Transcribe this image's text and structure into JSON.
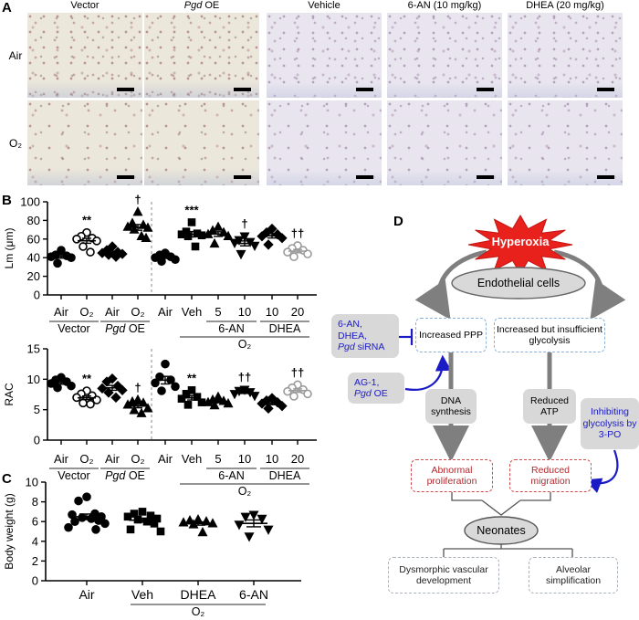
{
  "panels": {
    "a": "A",
    "b": "B",
    "c": "C",
    "d": "D"
  },
  "panel_a": {
    "row_labels": [
      "Air",
      "O₂"
    ],
    "columns": [
      {
        "label": [
          {
            "t": "Vector"
          }
        ],
        "stain": "tan"
      },
      {
        "label": [
          {
            "t": "Pgd",
            "i": true
          },
          {
            "t": " OE"
          }
        ],
        "stain": "tan"
      },
      {
        "label": [
          {
            "t": "Vehicle"
          }
        ],
        "stain": "purple"
      },
      {
        "label": [
          {
            "t": "6-AN (10 mg/kg)"
          }
        ],
        "stain": "purple"
      },
      {
        "label": [
          {
            "t": "DHEA (20 mg/kg)"
          }
        ],
        "stain": "purple"
      }
    ]
  },
  "chart_data": [
    {
      "id": "lm",
      "type": "scatter",
      "title": "",
      "ylabel": "Lm (μm)",
      "ylim": [
        0,
        100
      ],
      "yticks": [
        0,
        20,
        40,
        60,
        80,
        100
      ],
      "divider_after": 3,
      "groups": [
        {
          "x": "Air",
          "marker": "circle",
          "fill": true,
          "color": "#000000",
          "sig": "",
          "values": [
            48,
            43,
            42,
            41,
            40,
            34
          ]
        },
        {
          "x": "O₂",
          "marker": "circle",
          "fill": false,
          "color": "#000000",
          "sig": "**",
          "values": [
            67,
            63,
            61,
            60,
            58,
            52,
            46
          ]
        },
        {
          "x": "Air",
          "marker": "diamond",
          "fill": true,
          "color": "#000000",
          "sig": "",
          "values": [
            52,
            48,
            46,
            45,
            44,
            43,
            41
          ]
        },
        {
          "x": "O₂",
          "marker": "triangle-up",
          "fill": true,
          "color": "#000000",
          "sig": "†",
          "values": [
            89,
            77,
            75,
            73,
            72,
            70,
            63,
            61
          ]
        },
        {
          "x": "Air",
          "marker": "circle",
          "fill": true,
          "color": "#000000",
          "sig": "",
          "values": [
            45,
            43,
            41,
            40,
            38,
            36
          ]
        },
        {
          "x": "Veh",
          "marker": "square",
          "fill": true,
          "color": "#000000",
          "sig": "***",
          "values": [
            78,
            68,
            66,
            65,
            64,
            63,
            52
          ]
        },
        {
          "x": "5",
          "marker": "triangle-up",
          "fill": true,
          "color": "#000000",
          "sig": "",
          "values": [
            73,
            69,
            67,
            65,
            63,
            55
          ]
        },
        {
          "x": "10",
          "marker": "triangle-down",
          "fill": true,
          "color": "#000000",
          "sig": "†",
          "values": [
            63,
            59,
            57,
            56,
            53,
            44
          ]
        },
        {
          "x": "10",
          "marker": "diamond",
          "fill": true,
          "color": "#000000",
          "sig": "",
          "values": [
            71,
            67,
            65,
            63,
            61,
            54
          ]
        },
        {
          "x": "20",
          "marker": "circle",
          "fill": false,
          "color": "#9b9b9b",
          "sig": "††",
          "values": [
            53,
            50,
            48,
            46,
            44,
            41
          ]
        }
      ],
      "underlines": [
        {
          "from": 0,
          "to": 1,
          "level": 1,
          "label": [
            {
              "t": "Vector"
            }
          ]
        },
        {
          "from": 2,
          "to": 3,
          "level": 1,
          "label": [
            {
              "t": "Pgd",
              "i": true
            },
            {
              "t": " OE"
            }
          ]
        },
        {
          "from": 6,
          "to": 7,
          "level": 1,
          "label": [
            {
              "t": "6-AN"
            }
          ]
        },
        {
          "from": 8,
          "to": 9,
          "level": 1,
          "label": [
            {
              "t": "DHEA"
            }
          ]
        },
        {
          "from": 5,
          "to": 9,
          "level": 2,
          "label": [
            {
              "t": "O₂"
            }
          ]
        }
      ]
    },
    {
      "id": "rac",
      "type": "scatter",
      "title": "",
      "ylabel": "RAC",
      "ylim": [
        0,
        15
      ],
      "yticks": [
        0,
        5,
        10,
        15
      ],
      "divider_after": 3,
      "groups": [
        {
          "x": "Air",
          "marker": "circle",
          "fill": true,
          "color": "#000000",
          "sig": "",
          "values": [
            10.3,
            9.9,
            9.6,
            9.3,
            8.9,
            8.6
          ]
        },
        {
          "x": "O₂",
          "marker": "circle",
          "fill": false,
          "color": "#000000",
          "sig": "**",
          "values": [
            8.1,
            7.6,
            7.3,
            7.0,
            6.6,
            6.1,
            5.9
          ]
        },
        {
          "x": "Air",
          "marker": "diamond",
          "fill": true,
          "color": "#000000",
          "sig": "",
          "values": [
            10.1,
            9.6,
            8.9,
            8.5,
            8.2,
            7.8,
            7.0
          ]
        },
        {
          "x": "O₂",
          "marker": "triangle-up",
          "fill": true,
          "color": "#000000",
          "sig": "†",
          "values": [
            6.6,
            6.3,
            6.1,
            5.8,
            5.2,
            4.9,
            4.4
          ]
        },
        {
          "x": "Air",
          "marker": "circle",
          "fill": true,
          "color": "#000000",
          "sig": "",
          "values": [
            12.5,
            10.4,
            9.9,
            9.4,
            8.8,
            8.1
          ]
        },
        {
          "x": "Veh",
          "marker": "square",
          "fill": true,
          "color": "#000000",
          "sig": "**",
          "values": [
            8.2,
            7.6,
            7.1,
            6.8,
            6.2,
            5.8
          ]
        },
        {
          "x": "5",
          "marker": "triangle-up",
          "fill": true,
          "color": "#000000",
          "sig": "",
          "values": [
            7.1,
            6.6,
            6.4,
            6.2,
            6.0,
            5.7
          ]
        },
        {
          "x": "10",
          "marker": "triangle-down",
          "fill": true,
          "color": "#000000",
          "sig": "††",
          "values": [
            8.3,
            8.1,
            7.9,
            7.6,
            7.3
          ]
        },
        {
          "x": "10",
          "marker": "diamond",
          "fill": true,
          "color": "#000000",
          "sig": "",
          "values": [
            6.9,
            6.5,
            6.2,
            6.0,
            5.6,
            5.2
          ]
        },
        {
          "x": "20",
          "marker": "circle",
          "fill": false,
          "color": "#9b9b9b",
          "sig": "††",
          "values": [
            9.1,
            8.6,
            8.3,
            8.0,
            7.6,
            7.2
          ]
        }
      ],
      "underlines": [
        {
          "from": 0,
          "to": 1,
          "level": 1,
          "label": [
            {
              "t": "Vector"
            }
          ]
        },
        {
          "from": 2,
          "to": 3,
          "level": 1,
          "label": [
            {
              "t": "Pgd",
              "i": true
            },
            {
              "t": " OE"
            }
          ]
        },
        {
          "from": 6,
          "to": 7,
          "level": 1,
          "label": [
            {
              "t": "6-AN"
            }
          ]
        },
        {
          "from": 8,
          "to": 9,
          "level": 1,
          "label": [
            {
              "t": "DHEA"
            }
          ]
        },
        {
          "from": 5,
          "to": 9,
          "level": 2,
          "label": [
            {
              "t": "O₂"
            }
          ]
        }
      ]
    },
    {
      "id": "bw",
      "type": "scatter",
      "title": "",
      "ylabel": "Body weight (g)",
      "ylim": [
        0,
        10
      ],
      "yticks": [
        0,
        2,
        4,
        6,
        8,
        10
      ],
      "divider_after": null,
      "groups": [
        {
          "x": "Air",
          "marker": "circle",
          "fill": true,
          "color": "#000000",
          "sig": "",
          "values": [
            8.5,
            8.1,
            6.8,
            6.7,
            6.5,
            6.4,
            6.3,
            6.1,
            6.0,
            5.8,
            5.4,
            5.2
          ]
        },
        {
          "x": "Veh",
          "marker": "square",
          "fill": true,
          "color": "#000000",
          "sig": "",
          "values": [
            7.0,
            6.8,
            6.6,
            6.5,
            6.3,
            6.2,
            6.0,
            5.8,
            5.2,
            5.0
          ]
        },
        {
          "x": "DHEA",
          "marker": "triangle-up",
          "fill": true,
          "color": "#000000",
          "sig": "",
          "values": [
            6.2,
            6.1,
            6.0,
            5.9,
            5.8,
            5.7,
            4.9
          ]
        },
        {
          "x": "6-AN",
          "marker": "triangle-down",
          "fill": true,
          "color": "#000000",
          "sig": "",
          "values": [
            6.7,
            6.5,
            6.3,
            5.7,
            5.2,
            4.5
          ]
        }
      ],
      "underlines": [
        {
          "from": 1,
          "to": 3,
          "level": 1,
          "label": [
            {
              "t": "O₂"
            }
          ]
        }
      ]
    }
  ],
  "diagram": {
    "hyperoxia": "Hyperoxia",
    "endothelial": "Endothelial cells",
    "ppp": "Increased PPP",
    "glycolysis": "Increased but insufficient glycolysis",
    "inhibitors": {
      "l1": "6-AN,",
      "l2": "DHEA,",
      "l3i": "Pgd",
      "l3": " siRNA"
    },
    "activators": {
      "l1": "AG-1,",
      "l2i": "Pgd",
      "l2": " OE"
    },
    "dna": "DNA synthesis",
    "atp": "Reduced ATP",
    "threepo": "Inhibiting glycolysis by 3-PO",
    "proliferation": "Abnormal proliferation",
    "migration": "Reduced migration",
    "neonates": "Neonates",
    "vascular": "Dysmorphic vascular development",
    "alveolar": "Alveolar simplification"
  },
  "colors": {
    "accent_blue": "#1b1bc6",
    "burst_red": "#e8211c",
    "red_text": "#b3282d",
    "gray_box": "#d8d8d8",
    "arrow_gray": "#7f7f7f",
    "gray_marker": "#9b9b9b"
  }
}
